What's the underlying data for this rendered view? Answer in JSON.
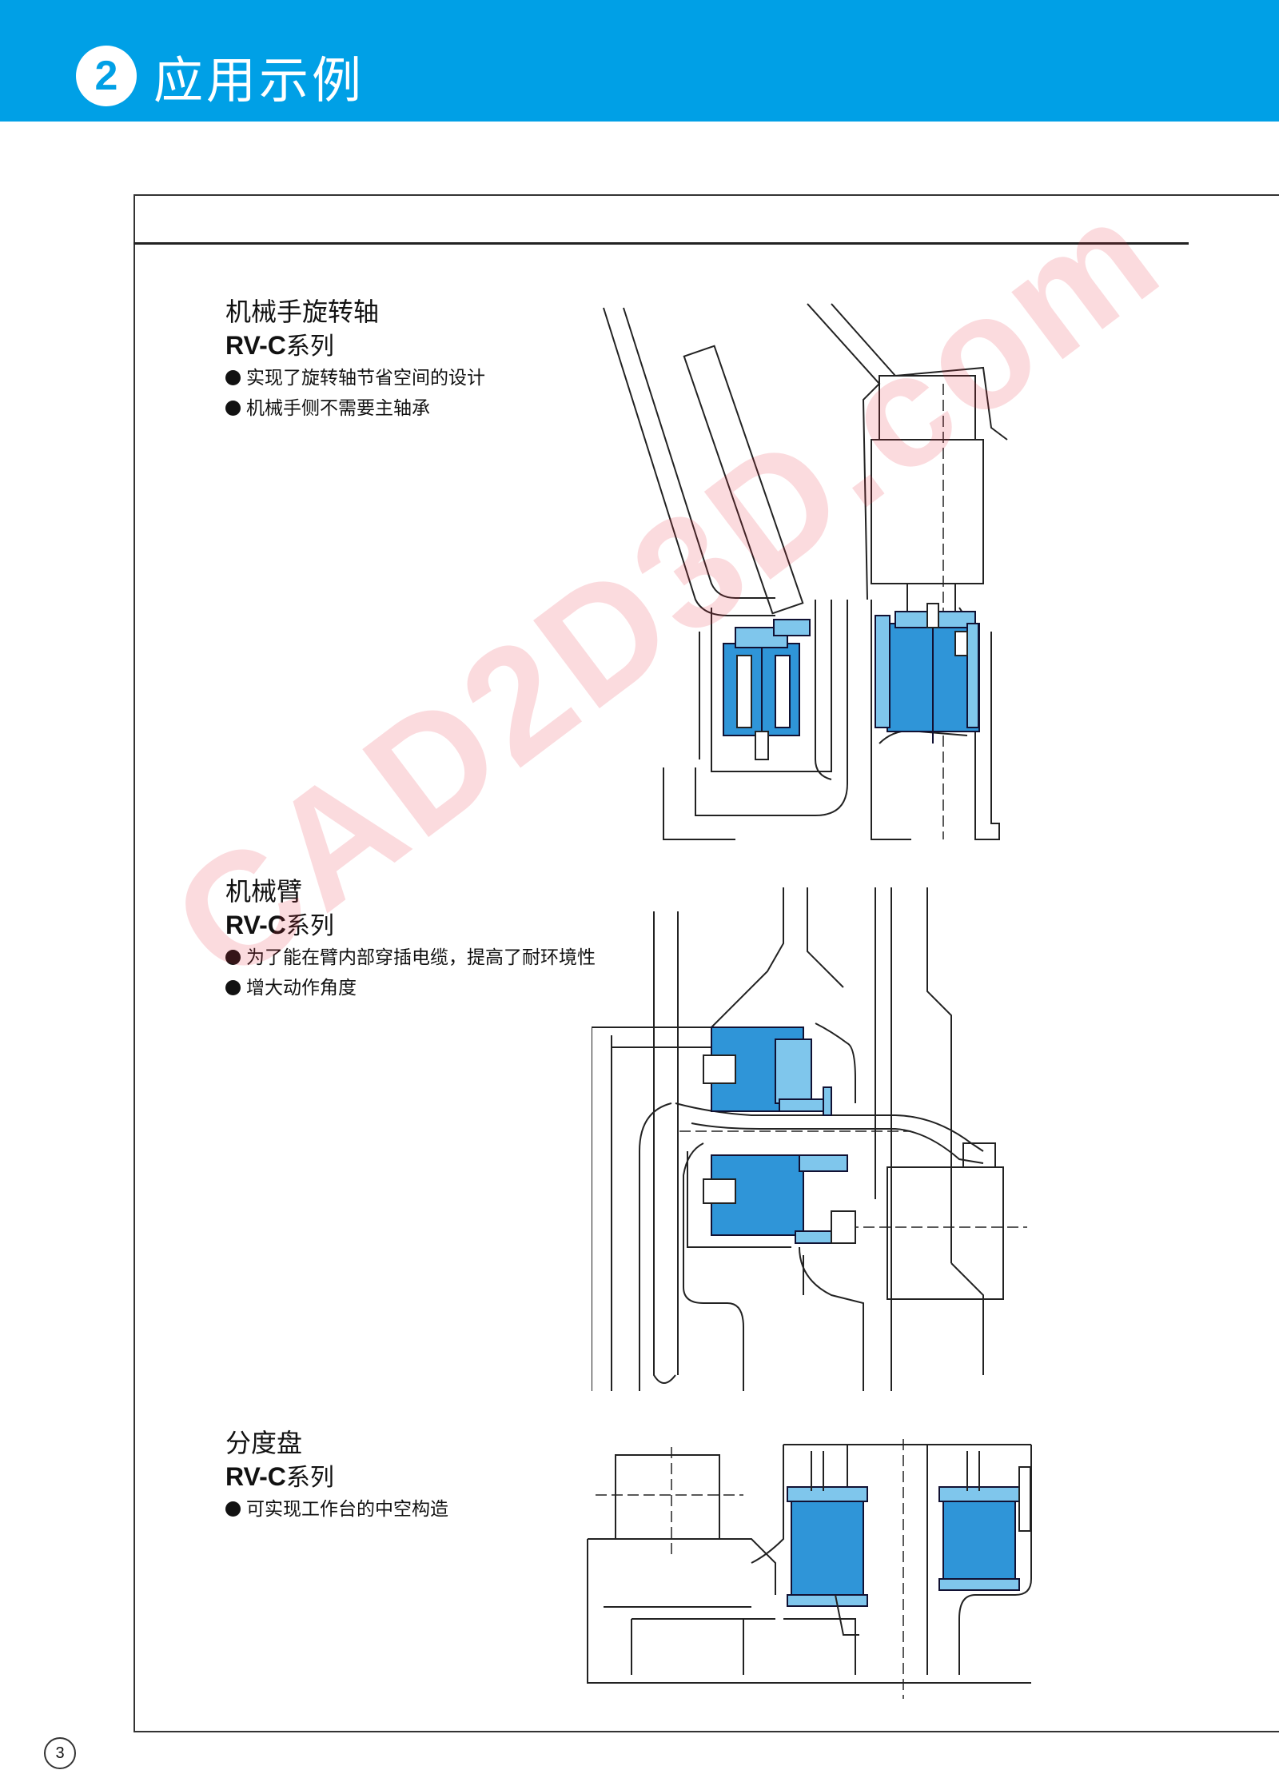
{
  "header": {
    "number": "2",
    "title": "应用示例"
  },
  "colors": {
    "header_blue": "#00a0e6",
    "reducer_blue": "#2f95d8",
    "part_cyan": "#7fc6ec",
    "watermark": "#e8283c"
  },
  "sections": [
    {
      "title": "机械手旋转轴",
      "series_bold": "RV-C",
      "series_suffix": "系列",
      "bullets": [
        "实现了旋转轴节省空间的设计",
        "机械手侧不需要主轴承"
      ]
    },
    {
      "title": "机械臂",
      "series_bold": "RV-C",
      "series_suffix": "系列",
      "bullets": [
        "为了能在臂内部穿插电缆，提高了耐环境性",
        "增大动作角度"
      ]
    },
    {
      "title": "分度盘",
      "series_bold": "RV-C",
      "series_suffix": "系列",
      "bullets": [
        "可实现工作台的中空构造"
      ]
    }
  ],
  "watermark": "CAD2D3D.com",
  "page_number": "3"
}
